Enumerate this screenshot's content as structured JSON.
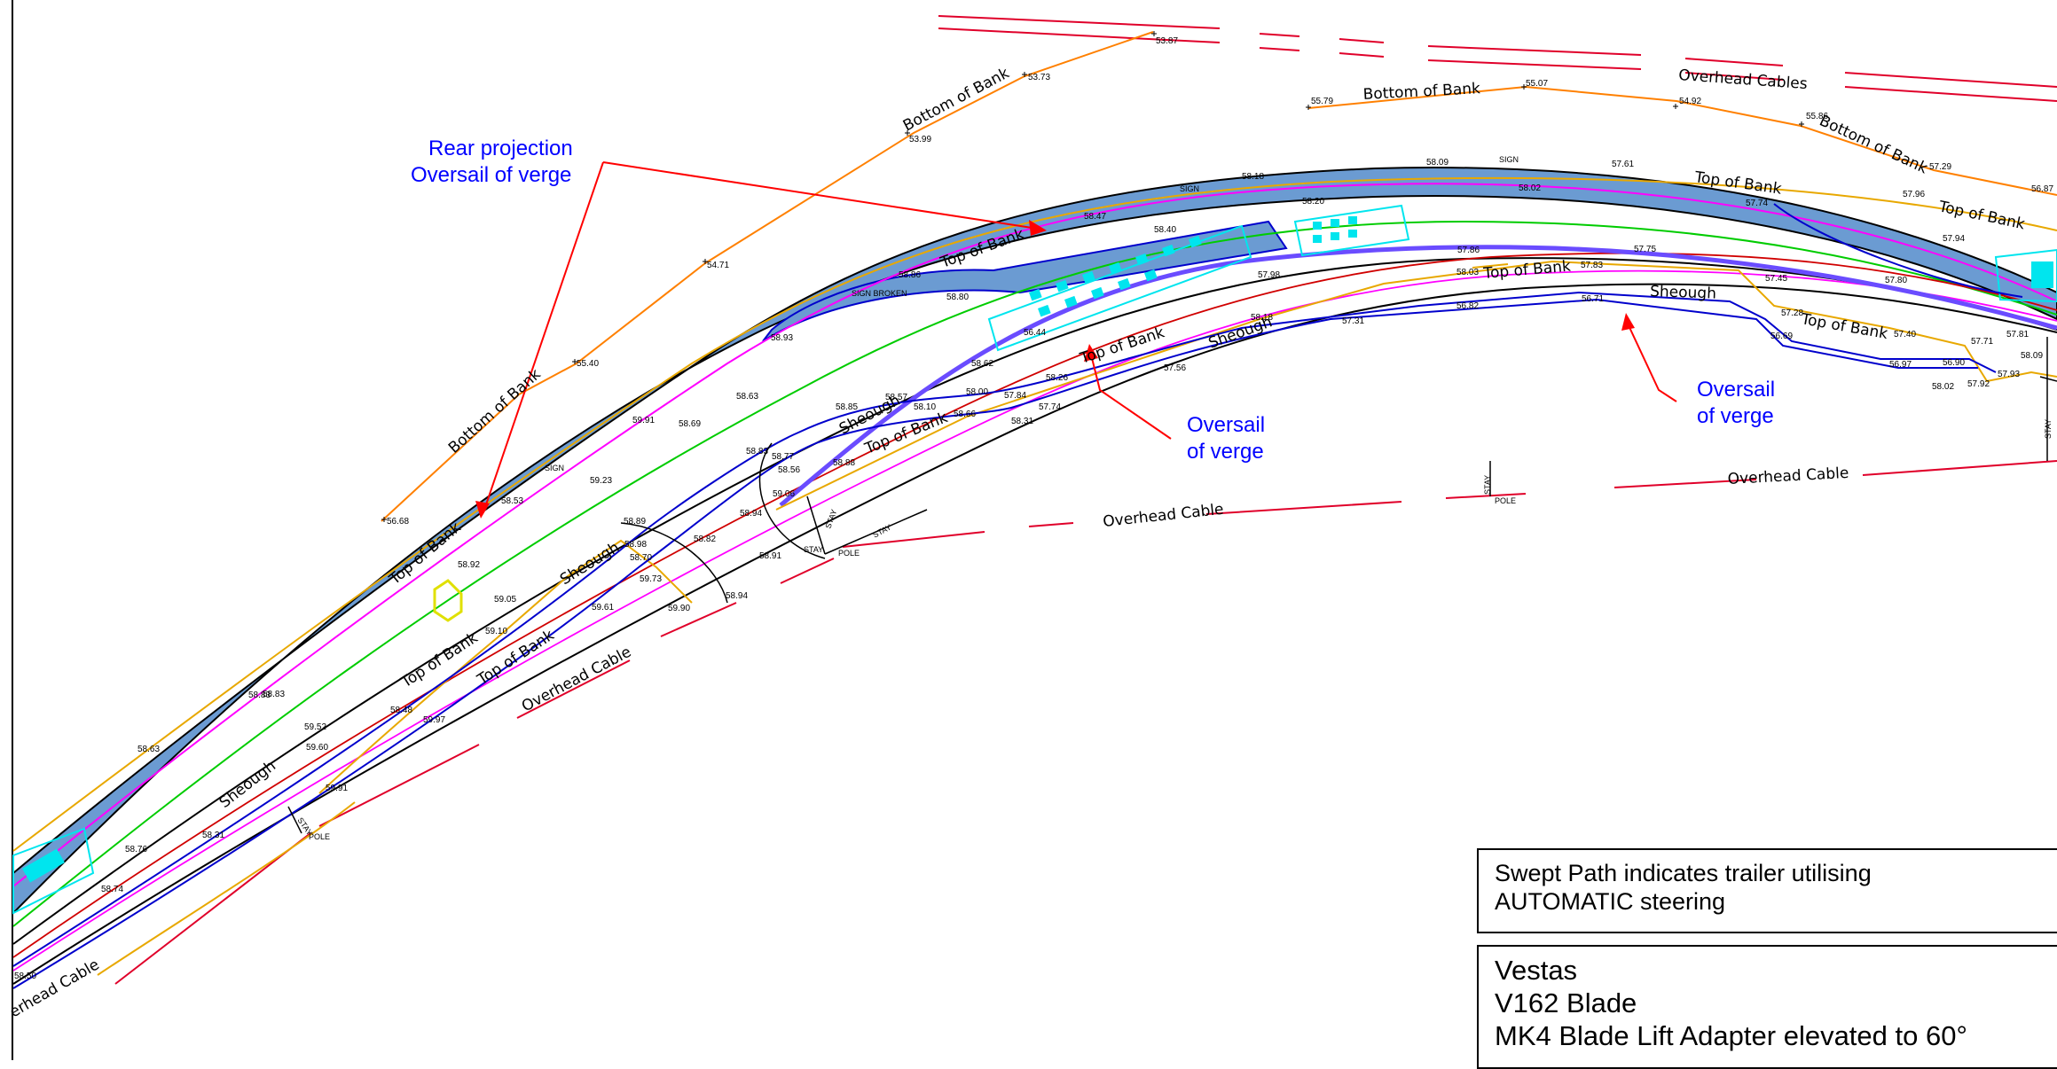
{
  "callouts": {
    "rear_projection_line1": "Rear projection",
    "rear_projection_line2": "Oversail of verge",
    "oversail_1_line1": "Oversail",
    "oversail_1_line2": "of verge",
    "oversail_2_line1": "Oversail",
    "oversail_2_line2": "of verge"
  },
  "labels": {
    "overhead_cables": "Overhead Cables",
    "overhead_cable": "Overhead Cable",
    "bottom_of_bank": "Bottom of Bank",
    "top_of_bank": "Top of Bank",
    "sheough": "Sheough",
    "sign": "SIGN",
    "sign_broken": "SIGN BROKEN",
    "stay": "STAY",
    "pole": "POLE",
    "overhead_cable_cut": "erhead Cable"
  },
  "levels": {
    "l_5387": "53.87",
    "l_5373": "53.73",
    "l_5399": "53.99",
    "l_5471": "54.71",
    "l_5540": "55.40",
    "l_5668": "56.68",
    "l_5579": "55.79",
    "l_5507": "55.07",
    "l_5492": "54.92",
    "l_5586": "55.86",
    "l_5729": "57.29",
    "l_5687": "56.87",
    "l_5809": "58.09",
    "l_5818": "58.18",
    "l_5802": "58.02",
    "l_5761": "57.61",
    "l_5796": "57.96",
    "l_5774": "57.74",
    "l_5794": "57.94",
    "l_5820": "58.20",
    "l_5847": "58.47",
    "l_5840": "58.40",
    "l_5886": "58.86",
    "l_5880": "58.80",
    "l_5798": "57.98",
    "l_5893": "58.93",
    "l_5863": "58.63",
    "l_5891": "59.91",
    "l_5869": "58.69",
    "l_5853": "58.53",
    "l_5923": "59.23",
    "l_5892": "58.92",
    "l_5905": "59.05",
    "l_5910": "59.10",
    "l_5858": "58.58",
    "l_5883": "58.83",
    "l_5786": "57.86",
    "l_5775": "57.75",
    "l_5803": "58.03",
    "l_5783": "57.83",
    "l_5780": "57.80",
    "l_5745": "57.45",
    "l_5671": "56.71",
    "l_5682": "56.82",
    "l_5731": "57.31",
    "l_5818b": "58.18",
    "l_5756": "57.56",
    "l_5644": "56.44",
    "l_5862": "58.62",
    "l_5826": "58.26",
    "l_5800": "58.00",
    "l_5784": "57.84",
    "l_5774b": "57.74",
    "l_5831": "58.31",
    "l_5810": "58.10",
    "l_5866": "58.66",
    "l_5855": "58.85",
    "l_5857": "58.57",
    "l_5856": "58.56",
    "l_5888": "58.88",
    "l_5883b": "58.83",
    "l_5877": "58.77",
    "l_5906": "59.06",
    "l_5894": "58.94",
    "l_5891b": "58.91",
    "l_5889": "58.89",
    "l_5898": "58.98",
    "l_5870": "58.70",
    "l_5882": "58.82",
    "l_5973": "59.73",
    "l_5961": "59.61",
    "l_5990": "59.90",
    "l_5894b": "58.94",
    "l_5728": "57.28",
    "l_5740": "57.40",
    "l_5669": "56.69",
    "l_5697": "56.97",
    "l_5690": "56.90",
    "l_5771": "57.71",
    "l_5781": "57.81",
    "l_5809b": "58.09",
    "l_5802b": "58.02",
    "l_5792": "57.92",
    "l_5793": "57.93",
    "l_5863b": "58.63",
    "l_5883c": "58.83",
    "l_5952": "59.52",
    "l_5960": "59.60",
    "l_5997": "59.97",
    "l_5848": "58.48",
    "l_5991": "59.91",
    "l_5876": "58.76",
    "l_5831b": "58.31",
    "l_5874": "58.74",
    "l_5850": "58.50"
  },
  "notes": {
    "note1_line1": "Swept Path indicates trailer utilising",
    "note1_line2": "AUTOMATIC steering",
    "note2_line1": "Vestas",
    "note2_line2": "V162 Blade",
    "note2_line3": "MK4 Blade Lift Adapter elevated to 60°"
  },
  "colors": {
    "background": "#ffffff",
    "callout_text": "#0000ff",
    "arrow_red": "#ff0000",
    "bank_orange": "#ff8000",
    "top_bank_yellow": "#e8a800",
    "sheough_blue": "#0000cc",
    "centre_green": "#00cc00",
    "edge_magenta": "#ff00ff",
    "overhead_crimson": "#e0002a",
    "swept_fill": "#6b9bd2",
    "vehicle_cyan": "#00e5ee"
  }
}
